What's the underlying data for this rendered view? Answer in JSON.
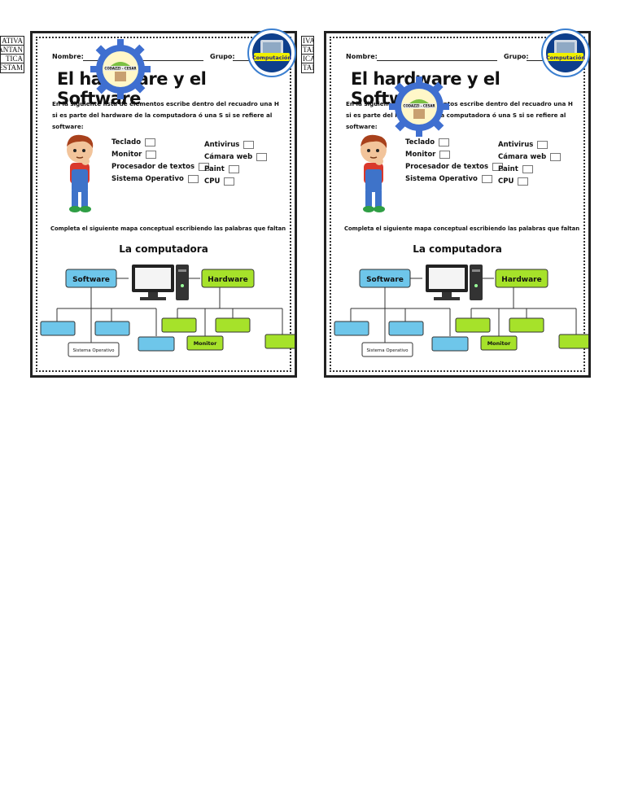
{
  "side_left": [
    "ATIVA",
    "ANTAN",
    "TICA",
    "ESTAM"
  ],
  "side_right": [
    "IVA",
    "TAN",
    "ICA",
    "TAN"
  ],
  "worksheets": [
    {
      "name_label": "Nombre:",
      "group_label": "Grupo:",
      "title": "El hardware y el Software",
      "instruction": "En la siguiente lista de elementos escribe dentro del recuadro una H si es parte del hardware de la computadora ó una S si se refiere al software:",
      "items_left": [
        "Teclado",
        "Monitor",
        "Procesador de textos",
        "Sistema Operativo"
      ],
      "items_right": [
        "Antivirus",
        "Cámara web",
        "Paint",
        "CPU"
      ],
      "complete_text": "Completa el siguiente mapa conceptual escribiendo las palabras que faltan",
      "map_title": "La computadora",
      "map": {
        "software": "Software",
        "hardware": "Hardware",
        "sistema_operativo": "Sistema Operativo",
        "monitor": "Monitor"
      },
      "seal_text": "CODAZZI - CESAR",
      "badge_text": "Computación"
    }
  ],
  "colors": {
    "software_blue": "#6ec6ea",
    "hardware_green": "#a6e22a",
    "border_dark": "#222222"
  },
  "icons": [
    "school-seal",
    "computacion-badge",
    "boy-thinking-illustration",
    "desktop-computer-icon"
  ]
}
